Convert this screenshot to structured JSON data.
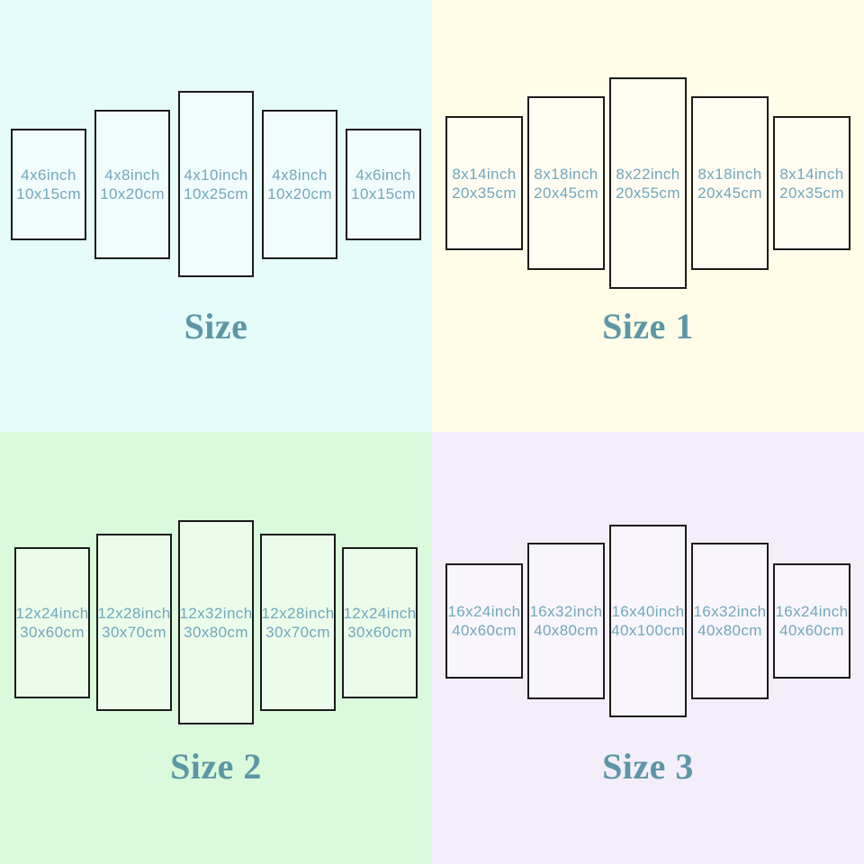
{
  "colors": {
    "panel_border": "#1b1b1b",
    "panel_fill": "rgba(255,255,255,0.45)",
    "label_text": "#72a7bb",
    "title_text": "#5d97a6"
  },
  "charts": [
    {
      "title": "Size",
      "bg": "#e6fcfb",
      "panels": [
        {
          "inch": "4x6inch",
          "cm": "10x15cm"
        },
        {
          "inch": "4x8inch",
          "cm": "10x20cm"
        },
        {
          "inch": "4x10inch",
          "cm": "10x25cm"
        },
        {
          "inch": "4x8inch",
          "cm": "10x20cm"
        },
        {
          "inch": "4x6inch",
          "cm": "10x15cm"
        }
      ]
    },
    {
      "title": "Size 1",
      "bg": "#fffce8",
      "panels": [
        {
          "inch": "8x14inch",
          "cm": "20x35cm"
        },
        {
          "inch": "8x18inch",
          "cm": "20x45cm"
        },
        {
          "inch": "8x22inch",
          "cm": "20x55cm"
        },
        {
          "inch": "8x18inch",
          "cm": "20x45cm"
        },
        {
          "inch": "8x14inch",
          "cm": "20x35cm"
        }
      ]
    },
    {
      "title": "Size 2",
      "bg": "#dafadb",
      "panels": [
        {
          "inch": "12x24inch",
          "cm": "30x60cm"
        },
        {
          "inch": "12x28inch",
          "cm": "30x70cm"
        },
        {
          "inch": "12x32inch",
          "cm": "30x80cm"
        },
        {
          "inch": "12x28inch",
          "cm": "30x70cm"
        },
        {
          "inch": "12x24inch",
          "cm": "30x60cm"
        }
      ]
    },
    {
      "title": "Size 3",
      "bg": "#f3eef9",
      "panels": [
        {
          "inch": "16x24inch",
          "cm": "40x60cm"
        },
        {
          "inch": "16x32inch",
          "cm": "40x80cm"
        },
        {
          "inch": "16x40inch",
          "cm": "40x100cm"
        },
        {
          "inch": "16x32inch",
          "cm": "40x80cm"
        },
        {
          "inch": "16x24inch",
          "cm": "40x60cm"
        }
      ]
    }
  ]
}
